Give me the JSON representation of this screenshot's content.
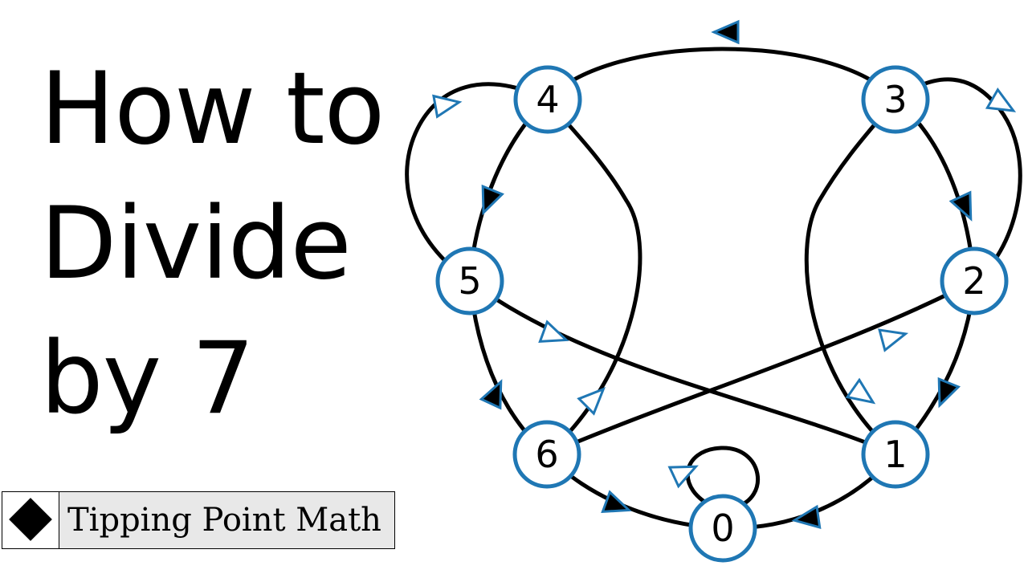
{
  "title": {
    "line1": "How to",
    "line2": "Divide",
    "line3": "by 7"
  },
  "logo": {
    "text": "Tipping Point Math",
    "mark_icon": "diamond-icon"
  },
  "diagram": {
    "node_labels": [
      "0",
      "1",
      "2",
      "3",
      "4",
      "5",
      "6"
    ],
    "node_stroke_color": "#1f77b4",
    "edge_color": "#000000",
    "arrow_fill_filled": "#000000",
    "arrow_fill_hollow": "#ffffff"
  }
}
